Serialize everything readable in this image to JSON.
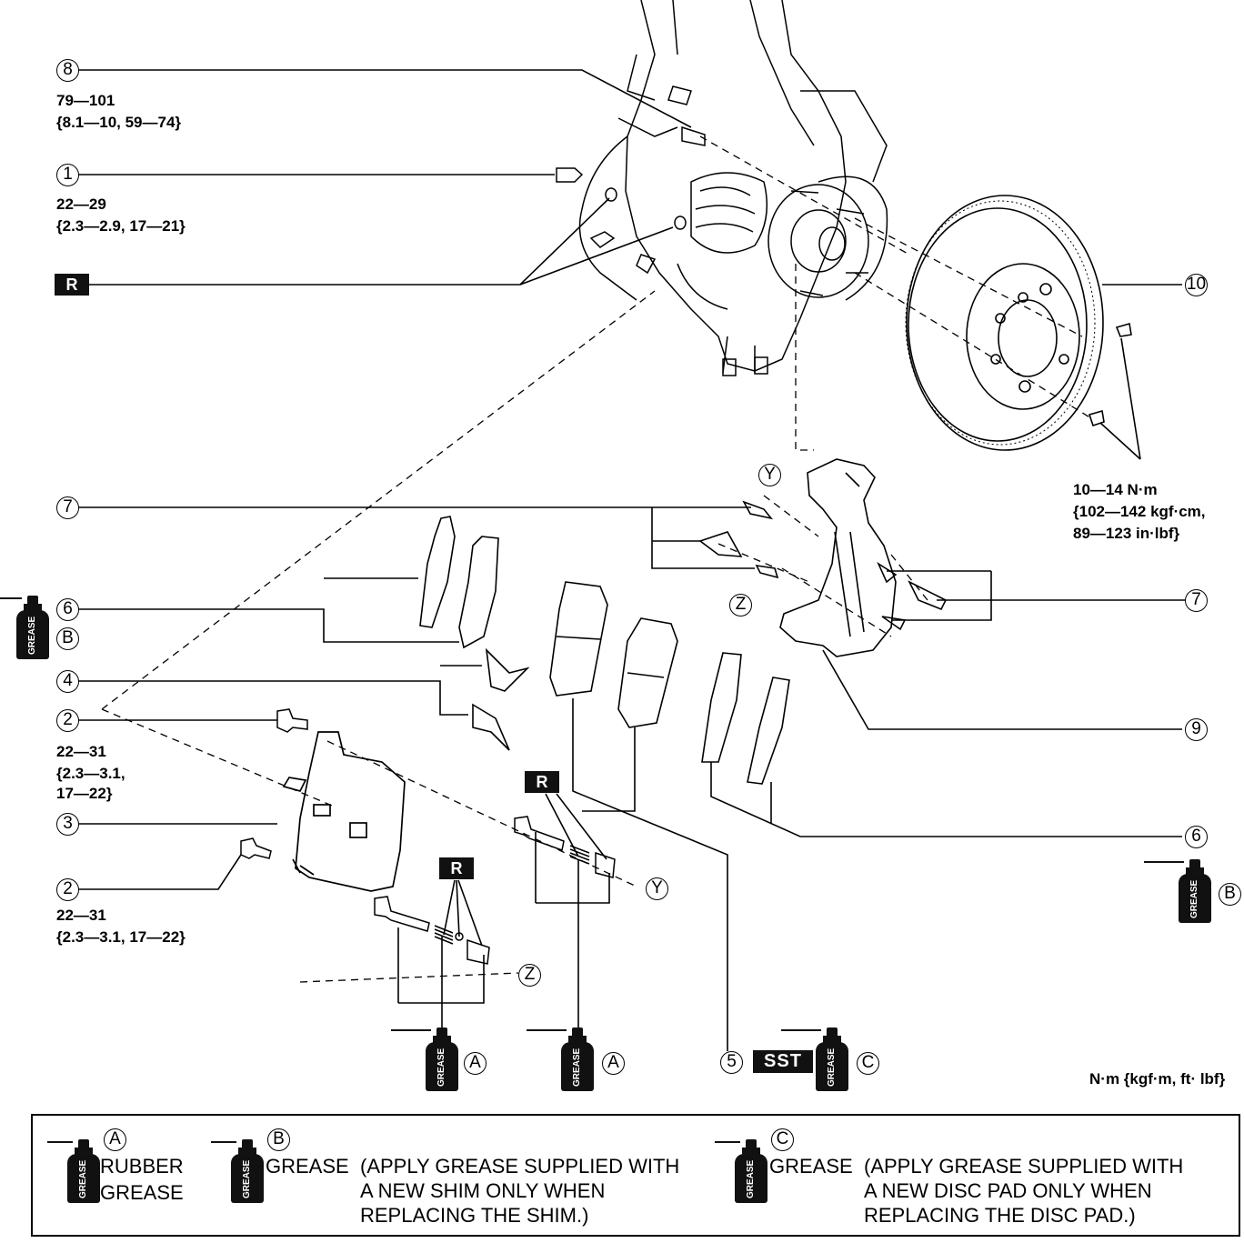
{
  "callouts": {
    "c1": "1",
    "c2a": "2",
    "c2b": "2",
    "c3": "3",
    "c4": "4",
    "c5": "5",
    "c6a": "6",
    "c6b": "6",
    "c7a": "7",
    "c7b": "7",
    "c8": "8",
    "c9": "9",
    "c10": "10"
  },
  "torques": {
    "t8_line1": "79—101",
    "t8_line2": "{8.1—10, 59—74}",
    "t1_line1": "22—29",
    "t1_line2": "{2.3—2.9, 17—21}",
    "t2a_line1": "22—31",
    "t2a_line2": "{2.3—3.1,",
    "t2a_line3": "17—22}",
    "t2b_line1": "22—31",
    "t2b_line2": "{2.3—3.1, 17—22}",
    "t10_line1": "10—14 N·m",
    "t10_line2": "{102—142 kgf·cm,",
    "t10_line3": "89—123 in·lbf}"
  },
  "marks": {
    "replace": "R",
    "sst": "SST",
    "y": "Y",
    "z": "Z",
    "a": "A",
    "b": "B",
    "c": "C",
    "grease_can_text": "GREASE"
  },
  "units_note": "N·m {kgf·m, ft· lbf}",
  "legend": {
    "a_letter": "A",
    "a_text1": "RUBBER",
    "a_text2": "GREASE",
    "b_letter": "B",
    "b_text_head": "GREASE",
    "b_text1": "(APPLY GREASE SUPPLIED WITH",
    "b_text2": "A NEW SHIM ONLY WHEN",
    "b_text3": "REPLACING THE SHIM.)",
    "c_letter": "C",
    "c_text_head": "GREASE",
    "c_text1": "(APPLY GREASE SUPPLIED WITH",
    "c_text2": "A NEW DISC PAD ONLY WHEN",
    "c_text3": "REPLACING THE DISC PAD.)"
  }
}
